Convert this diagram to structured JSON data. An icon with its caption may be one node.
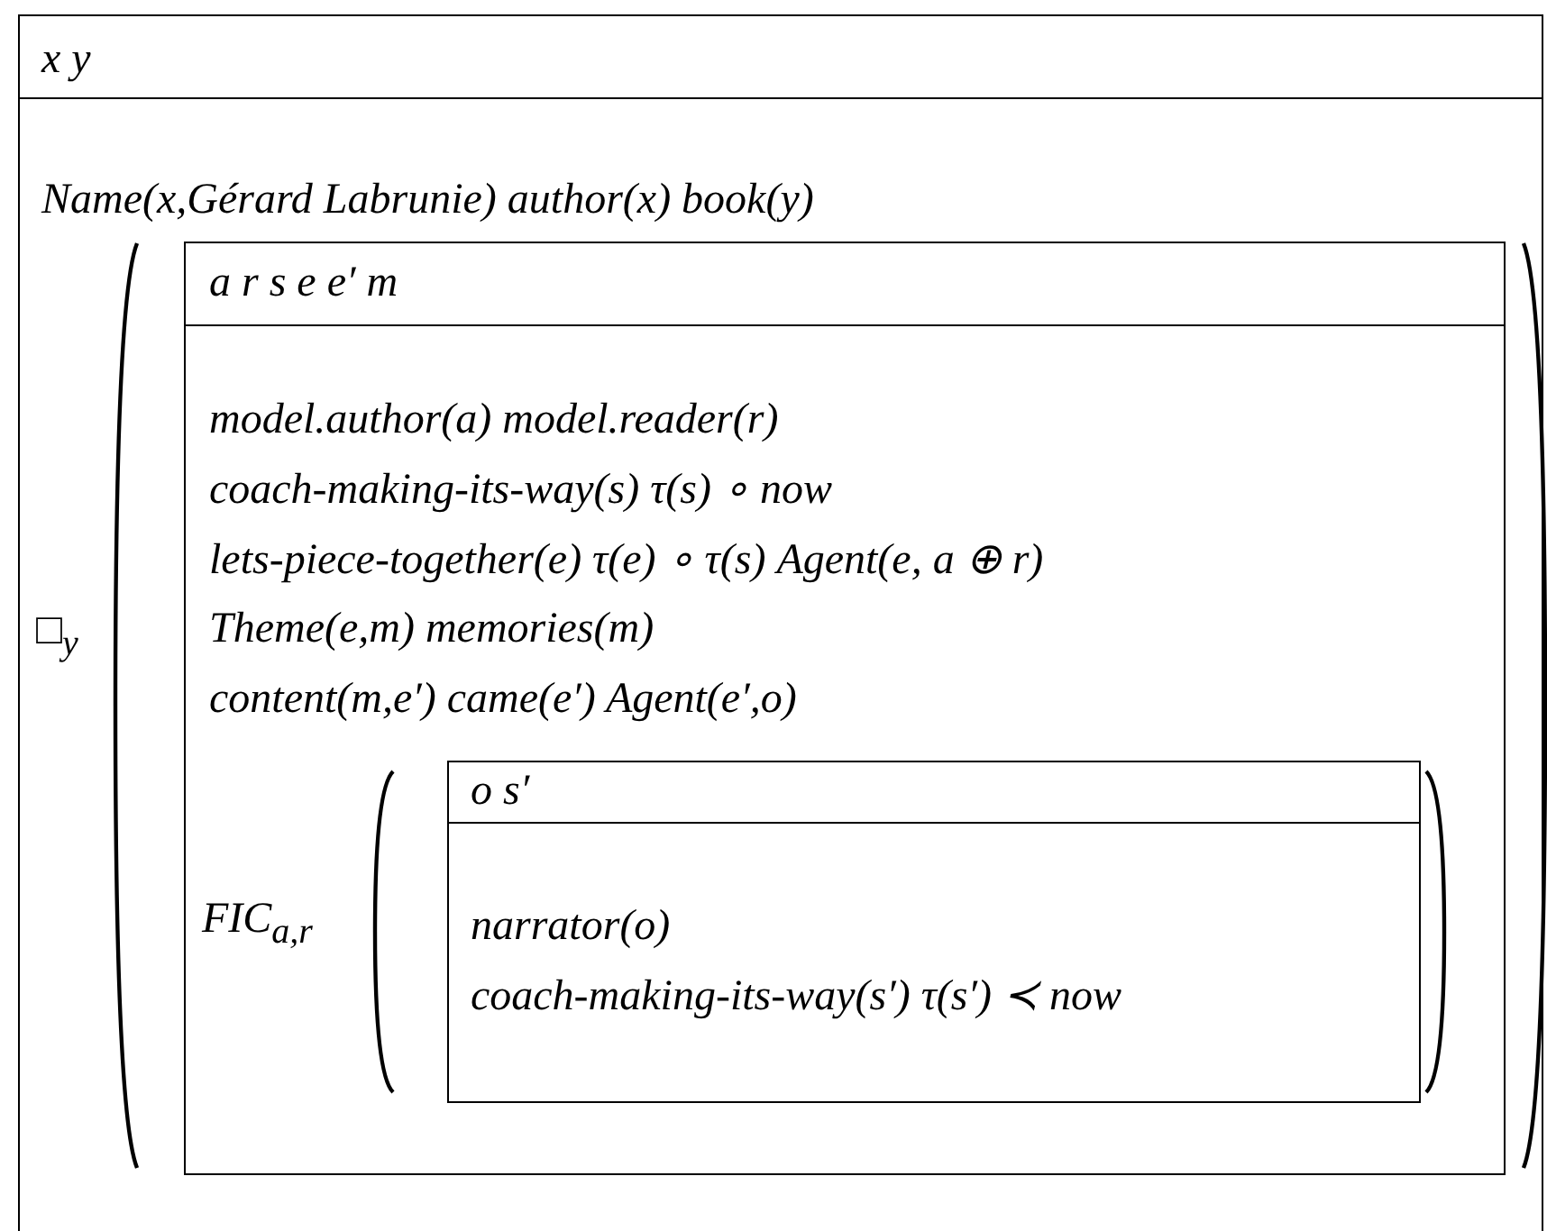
{
  "diagram": {
    "nodes": [
      {
        "text": [
          "x y",
          "Name(x,Gérard Labrunie) author(x) book(y)"
        ]
      },
      {
        "text": [
          "a r s e e′ m",
          "model.author(a) model.reader(r)",
          "coach-making-its-way(s) τ(s) ∘ now",
          "lets-piece-together(e) τ(e) ∘ τ(s) Agent(e, a ⊕ r)",
          "Theme(e,m) memories(m)",
          "content(m,e′) came(e′) Agent(e′,o)"
        ],
        "in": 0
      },
      {
        "text": [
          "o s′",
          "narrator(o)",
          "coach-making-its-way(s′) τ(s′) ≺ now"
        ],
        "in": 1
      }
    ],
    "labels": [
      "□$_{y}$",
      "FIC$_{a,r}$"
    ]
  }
}
